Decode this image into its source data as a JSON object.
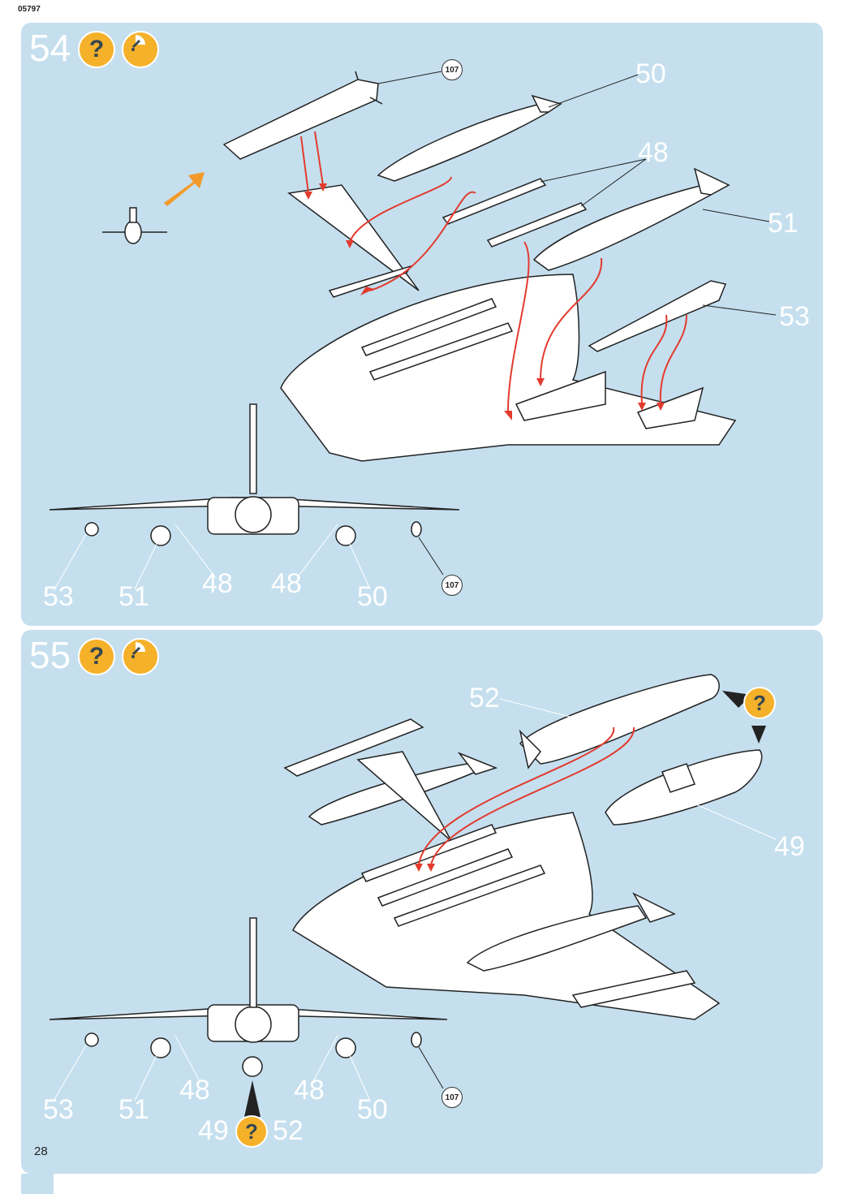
{
  "doc_code": "05797",
  "page_number": "28",
  "steps": [
    {
      "number": "54",
      "badges": [
        "?",
        ""
      ],
      "side_labels": [
        "50",
        "48",
        "51",
        "53"
      ],
      "bottom_labels": [
        "53",
        "51",
        "48",
        "48",
        "50"
      ],
      "refs": [
        "107",
        "107"
      ]
    },
    {
      "number": "55",
      "badges": [
        "?",
        ""
      ],
      "side_labels": [
        "52",
        "49"
      ],
      "bottom_labels": [
        "53",
        "51",
        "48",
        "48",
        "50",
        "49",
        "52"
      ],
      "refs": [
        "107"
      ],
      "callout": "?"
    }
  ]
}
